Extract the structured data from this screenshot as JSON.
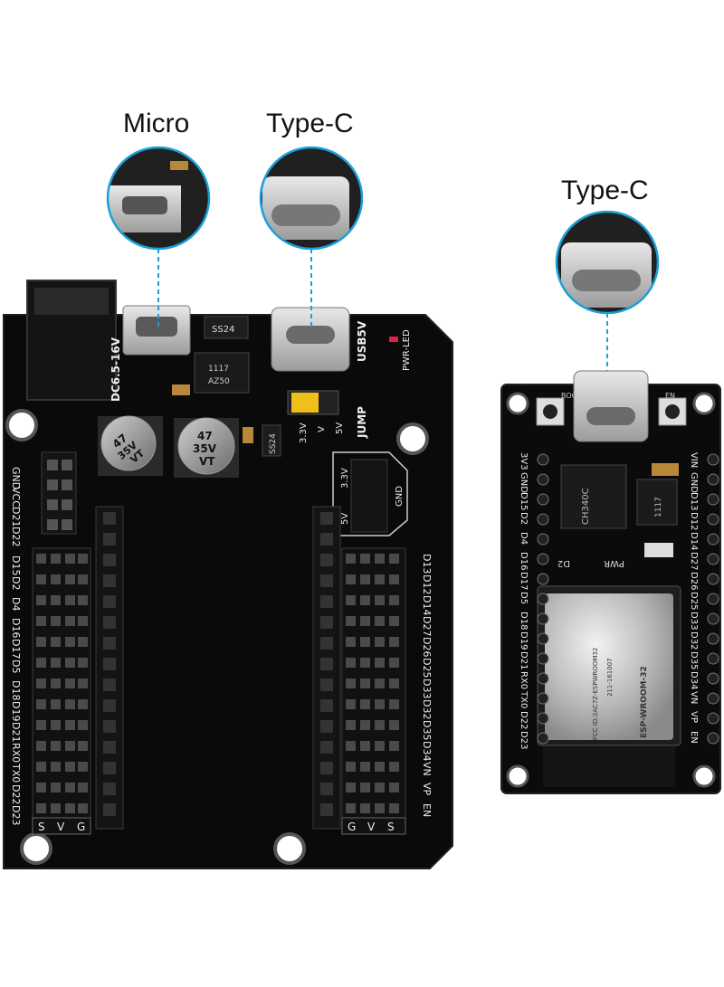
{
  "callouts": {
    "left_micro": "Micro",
    "left_typec": "Type-C",
    "right_typec": "Type-C"
  },
  "board_left": {
    "power_jack_label": "DC6.5-16V",
    "usb_label": "USB5V",
    "pwr_led_label": "PWR-LED",
    "jump_label": "JUMP",
    "jumper_33": "3.3V",
    "jumper_v": "V",
    "jumper_5v": "5V",
    "cap1": [
      "47",
      "35V",
      "VT"
    ],
    "cap2": [
      "47",
      "35V",
      "VT"
    ],
    "regulator": [
      "1117",
      "AZ50"
    ],
    "diode": "SS24",
    "diode2": "SS24",
    "top_pins": [
      "GND",
      "VCC",
      "D21",
      "D22"
    ],
    "left_pins": [
      "D15",
      "D2",
      "D4",
      "D16",
      "D17",
      "D5",
      "D18",
      "D19",
      "D21",
      "RX0",
      "TX0",
      "D22",
      "D23"
    ],
    "right_pins": [
      "D13",
      "D12",
      "D14",
      "D27",
      "D26",
      "D25",
      "D33",
      "D32",
      "D35",
      "D34",
      "VN",
      "VP",
      "EN"
    ],
    "header_block": [
      "3.3V",
      "5V",
      "GND"
    ],
    "svg_left": [
      "S",
      "V",
      "G"
    ],
    "gvs_right": [
      "G",
      "V",
      "S"
    ]
  },
  "board_right": {
    "boot_label": "BOOT",
    "en_label": "EN",
    "left_col": [
      "3V3",
      "GND",
      "D15",
      "D2",
      "D4",
      "D16",
      "D17",
      "D5",
      "D18",
      "D19",
      "D21",
      "RX0",
      "TX0",
      "D22",
      "D23"
    ],
    "right_col": [
      "VIN",
      "GND",
      "D13",
      "D12",
      "D14",
      "D27",
      "D26",
      "D25",
      "D33",
      "D32",
      "D35",
      "D34",
      "VN",
      "VP",
      "EN"
    ],
    "d2_label": "D2",
    "pwr_label": "PWR",
    "chip_label": "CH340C",
    "reg_label": "1117",
    "module_fcc": "FCC ID:2AC7Z-ESPWROOM32",
    "module_code": "211-161007",
    "module_name": "ESP-WROOM-32"
  }
}
